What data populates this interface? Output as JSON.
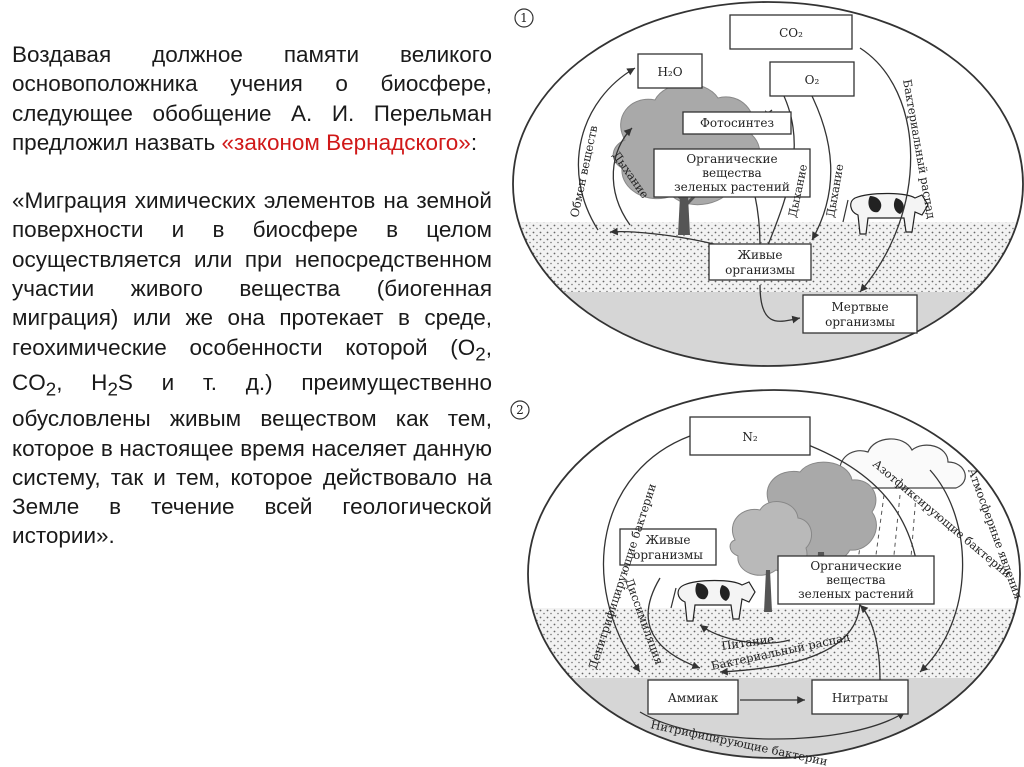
{
  "intro": {
    "before": "Воздавая должное памяти великого основоположника учения о биосфере, следующее обобщение А. И. Перельман предложил назвать ",
    "law_name": "«законом Вернадского»",
    "after": ":"
  },
  "quote": {
    "part1": "«Миграция химических элементов на земной поверхности и в биосфере в целом осуществляется или при непосредственном участии живого вещества (биогенная миграция) или же она протекает в среде, геохимические особенности которой (O",
    "sub1": "2",
    "part2": ", CO",
    "sub2": "2",
    "part3": ", H",
    "sub3": "2",
    "part4": "S и т. д.) преимущественно обусловлены живым веществом как тем, которое в настоящее время населяет данную систему, так и тем, которое действовало на Земле в течение всей геологической истории»."
  },
  "diagram1": {
    "number": "1",
    "boxes": {
      "co2": "CO₂",
      "h2o": "H₂O",
      "o2": "O₂",
      "photosynthesis": "Фотосинтез",
      "organic": [
        "Органические",
        "вещества",
        "зеленых растений"
      ],
      "living": [
        "Живые",
        "организмы"
      ],
      "dead": [
        "Мертвые",
        "организмы"
      ]
    },
    "labels": {
      "metabolism": "Обмен веществ",
      "breathing": "Дыхание",
      "bacterial_decay": "Бактериальный распад"
    }
  },
  "diagram2": {
    "number": "2",
    "boxes": {
      "n2": "N₂",
      "living": [
        "Живые",
        "организмы"
      ],
      "organic": [
        "Органические",
        "вещества",
        "зеленых растений"
      ],
      "ammonia": "Аммиак",
      "nitrates": "Нитраты"
    },
    "labels": {
      "denitrifying": "Денитрифицирующие бактерии",
      "dissimilation": "Диссимиляция",
      "nutrition": "Питание",
      "bacterial_decay": "Бактериальный распад",
      "nitrogen_fixing": "Азотфиксирующие бактерии",
      "atmospheric": "Атмосферные явления",
      "nitrifying": "Нитрифицирующие бактерии"
    }
  },
  "colors": {
    "text": "#1a1a1a",
    "accent_red": "#d01818",
    "ground": "#d6d6d6",
    "tree": "#a9a9a9",
    "line": "#333333"
  }
}
